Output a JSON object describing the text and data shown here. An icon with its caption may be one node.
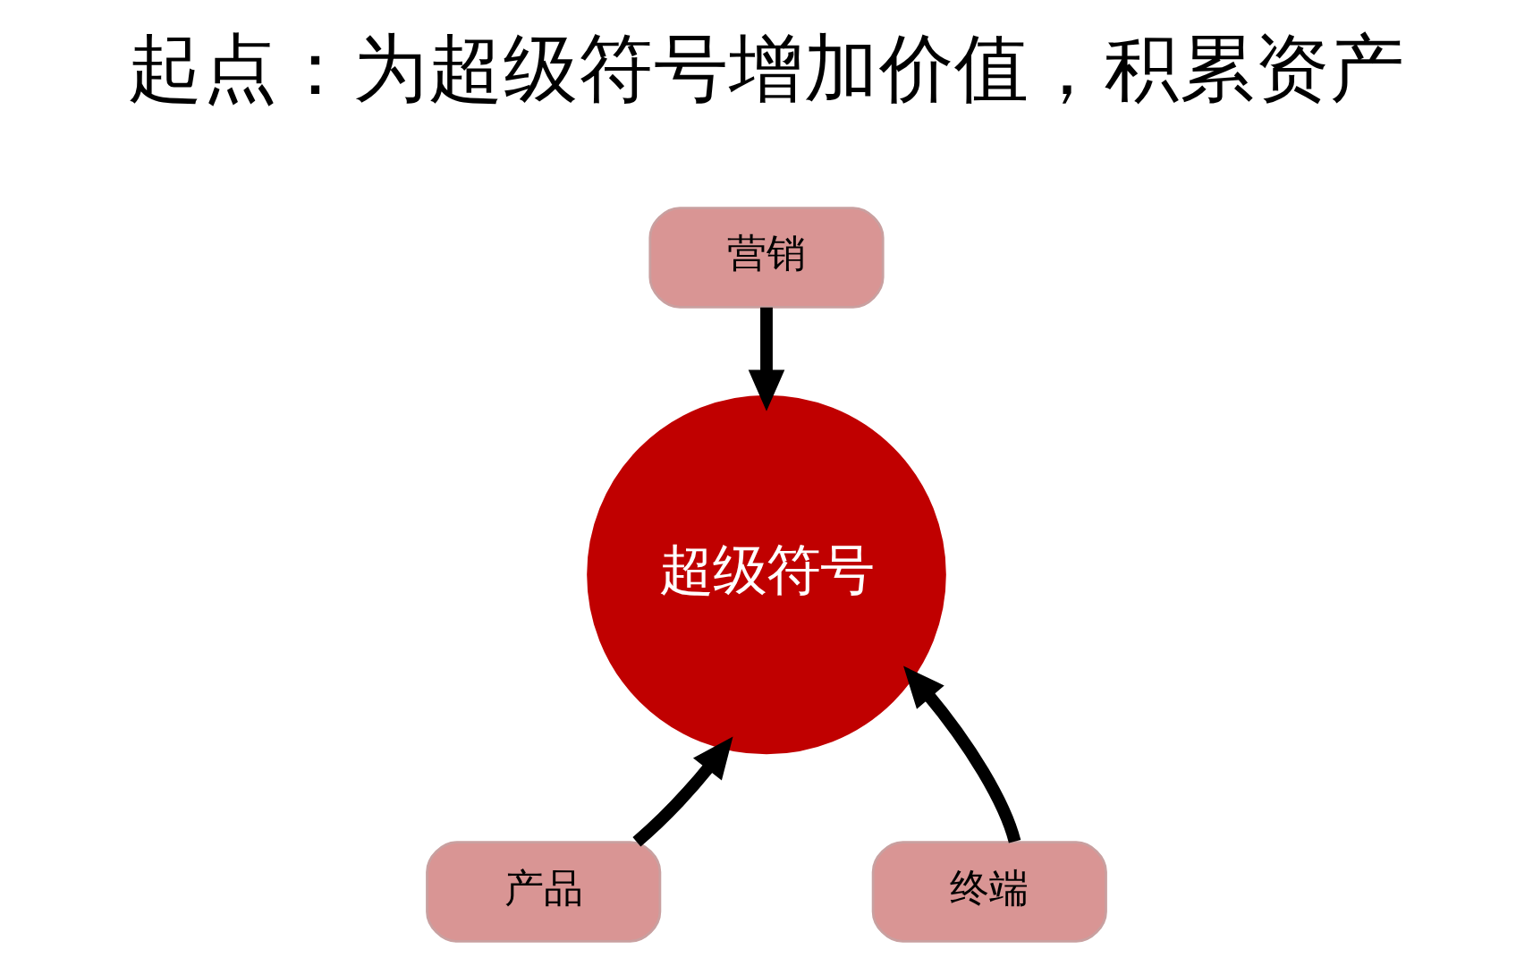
{
  "diagram": {
    "title": "起点：为超级符号增加价值，积累资产",
    "nodes": [
      {
        "text": [
          "营销"
        ]
      },
      {
        "text": [
          "超级符号"
        ]
      },
      {
        "text": [
          "产品"
        ]
      },
      {
        "text": [
          "终端"
        ]
      }
    ],
    "edges": [
      {
        "from": 0,
        "to": 1,
        "arrow": "to"
      },
      {
        "from": 2,
        "to": 1,
        "arrow": "to"
      },
      {
        "from": 3,
        "to": 1,
        "arrow": "to"
      }
    ]
  }
}
